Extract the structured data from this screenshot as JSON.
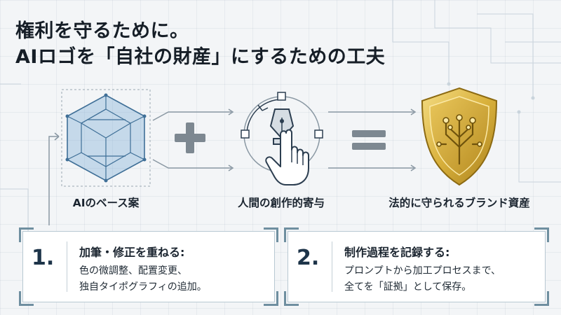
{
  "title": {
    "line1": "権利を守るために。",
    "line2": "AIロゴを「自社の財産」にするための工夫"
  },
  "equation": {
    "left_label": "AIのベース案",
    "middle_label": "人間の創作的寄与",
    "right_label": "法的に守られるブランド資産",
    "left_icon": "wireframe-cube-icon",
    "middle_icon": "pen-tool-hand-icon",
    "right_icon": "gold-shield-circuit-icon",
    "colors": {
      "cube": "#4f86b8",
      "shield": "#d9b13c",
      "operator": "#7d8891"
    }
  },
  "cards": [
    {
      "number": "1.",
      "heading": "加筆・修正を重ねる:",
      "lines": [
        "色の微調整、配置変更、",
        "独自タイポグラフィの追加。"
      ]
    },
    {
      "number": "2.",
      "heading": "制作過程を記録する:",
      "lines": [
        "プロンプトから加工プロセスまで、",
        "全てを「証拠」として保存。"
      ]
    }
  ]
}
